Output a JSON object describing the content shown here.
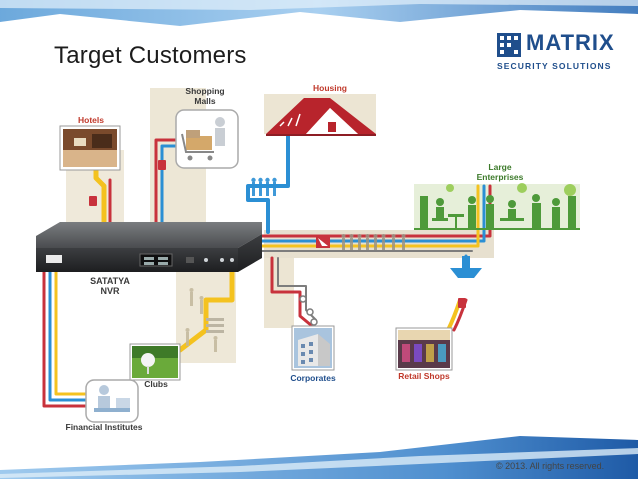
{
  "slide": {
    "title": "Target Customers",
    "logo": {
      "name": "MATRIX",
      "tagline": "SECURITY SOLUTIONS",
      "icon": "matrix-grid-logo",
      "color": "#1f4e8c"
    },
    "device_label": "SATATYA NVR",
    "copyright": "© 2013. All rights reserved."
  },
  "customers": [
    {
      "label": "Hotels",
      "icon": "hotel-lobby-photo"
    },
    {
      "label": "Shopping Malls",
      "icon": "shopping-cart-person-icon"
    },
    {
      "label": "Housing",
      "icon": "house-roof-icon"
    },
    {
      "label": "Large Enterprises",
      "icon": "office-workers-icon"
    },
    {
      "label": "Clubs",
      "icon": "golf-ball-photo"
    },
    {
      "label": "Corporates",
      "icon": "office-building-photo"
    },
    {
      "label": "Retail Shops",
      "icon": "retail-store-photo"
    },
    {
      "label": "Financial Institutes",
      "icon": "bank-teller-icon"
    }
  ],
  "colors": {
    "cable_red": "#c8323c",
    "cable_blue": "#2b8fd4",
    "cable_yellow": "#f4c21f",
    "cable_gray": "#7d7d7d",
    "housing_red": "#b8242c",
    "enterprise_green": "#4e9a3a",
    "corridor_beige": "#e7e0cf",
    "accent_blue": "#1f4e8c"
  }
}
